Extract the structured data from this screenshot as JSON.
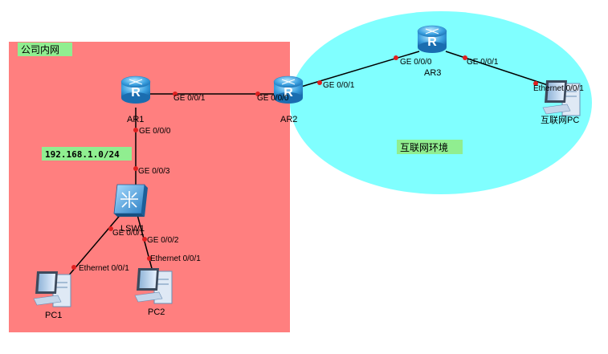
{
  "zones": {
    "lan": {
      "title": "公司内网",
      "color": "#ff7f7f"
    },
    "internet": {
      "title": "互联网环境",
      "color": "#80ffff"
    }
  },
  "subnet_label": "192.168.1.0/24",
  "devices": {
    "ar1": "AR1",
    "ar2": "AR2",
    "ar3": "AR3",
    "lsw": "LSW1",
    "pc1": "PC1",
    "pc2": "PC2",
    "inet_pc": "互联网PC"
  },
  "ports": {
    "ar1_ar2_a": "GE 0/0/1",
    "ar1_ar2_b": "GE 0/0/0",
    "ar1_down": "GE 0/0/0",
    "lsw_up": "GE 0/0/3",
    "lsw_pc1": "GE 0/0/1",
    "lsw_pc2": "GE 0/0/2",
    "pc1_eth": "Ethernet 0/0/1",
    "pc2_eth": "Ethernet 0/0/1",
    "ar2_ar3_a": "GE 0/0/1",
    "ar2_ar3_b": "GE 0/0/0",
    "ar3_pc": "GE 0/0/1",
    "inetpc_eth": "Ethernet 0/0/1"
  },
  "colors": {
    "router": "#3aa0e0",
    "switch": "#2f8fd6",
    "link": "#000000",
    "port_dot": "#e02020",
    "subnet_bg": "#90ee90"
  }
}
